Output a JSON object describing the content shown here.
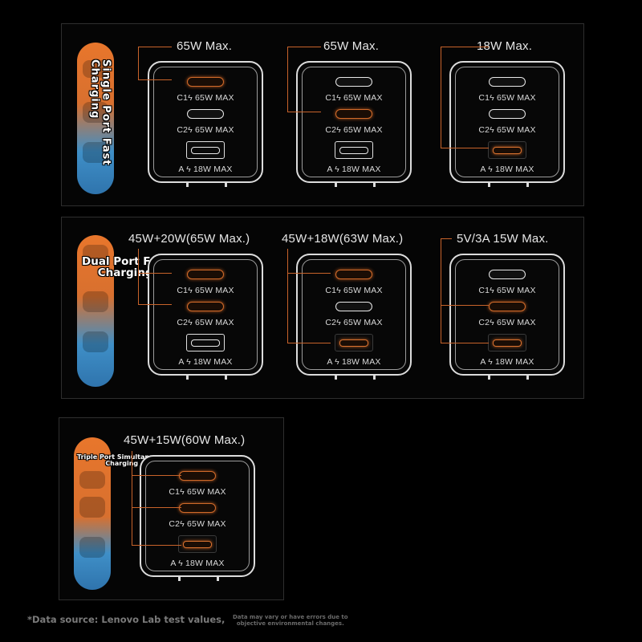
{
  "sections": [
    {
      "label_lines": [
        "Single Port Fast",
        "Charging"
      ],
      "chargers": [
        {
          "heading": "65W Max.",
          "ports": [
            {
              "label": "C1ϟ 65W MAX",
              "active": true
            },
            {
              "label": "C2ϟ 65W MAX",
              "active": false
            },
            {
              "label": "A ϟ 18W MAX",
              "active": false
            }
          ]
        },
        {
          "heading": "65W Max.",
          "ports": [
            {
              "label": "C1ϟ 65W MAX",
              "active": false
            },
            {
              "label": "C2ϟ 65W MAX",
              "active": true
            },
            {
              "label": "A ϟ 18W MAX",
              "active": false
            }
          ]
        },
        {
          "heading": "18W Max.",
          "ports": [
            {
              "label": "C1ϟ 65W MAX",
              "active": false
            },
            {
              "label": "C2ϟ 65W MAX",
              "active": false
            },
            {
              "label": "A ϟ 18W MAX",
              "active": true
            }
          ]
        }
      ]
    },
    {
      "label_lines": [
        "Dual Port Fast",
        "Charging"
      ],
      "chargers": [
        {
          "heading": "45W+20W(65W Max.)",
          "ports": [
            {
              "label": "C1ϟ 65W MAX",
              "active": true
            },
            {
              "label": "C2ϟ 65W MAX",
              "active": true
            },
            {
              "label": "A ϟ 18W MAX",
              "active": false
            }
          ]
        },
        {
          "heading": "45W+18W(63W Max.)",
          "ports": [
            {
              "label": "C1ϟ 65W MAX",
              "active": true
            },
            {
              "label": "C2ϟ 65W MAX",
              "active": false
            },
            {
              "label": "A ϟ 18W MAX",
              "active": true
            }
          ]
        },
        {
          "heading": "5V/3A 15W Max.",
          "ports": [
            {
              "label": "C1ϟ 65W MAX",
              "active": false
            },
            {
              "label": "C2ϟ 65W MAX",
              "active": true
            },
            {
              "label": "A ϟ 18W MAX",
              "active": true
            }
          ]
        }
      ]
    },
    {
      "label_lines": [
        "Triple Port Simultaneous",
        "Charging"
      ],
      "chargers": [
        {
          "heading": "45W+15W(60W Max.)",
          "ports": [
            {
              "label": "C1ϟ 65W MAX",
              "active": true
            },
            {
              "label": "C2ϟ 65W MAX",
              "active": true
            },
            {
              "label": "A ϟ 18W MAX",
              "active": true
            }
          ]
        }
      ]
    }
  ],
  "footnote": {
    "main": "*Data source: Lenovo Lab test values,",
    "small_lines": [
      "Data may vary or have errors due to",
      "objective environmental changes."
    ]
  },
  "colors": {
    "accent": "#c8632a",
    "pill_orange": "#e8762c",
    "pill_blue": "#3f8fc7"
  }
}
